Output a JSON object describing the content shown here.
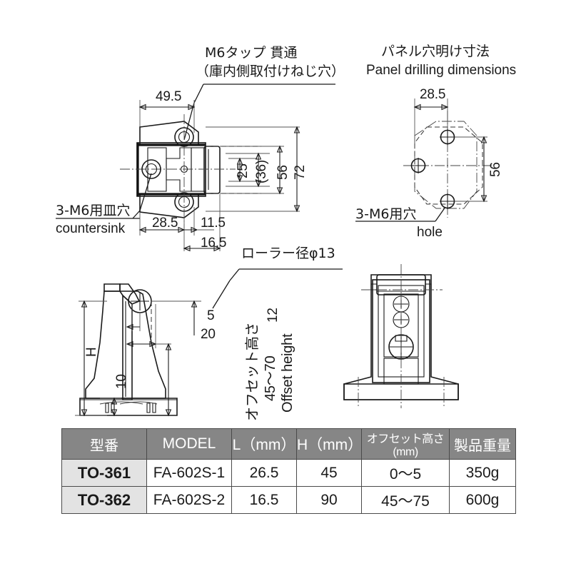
{
  "document": {
    "kind": "technical-drawing",
    "background": "#ffffff",
    "line_color": "#1a1a1a"
  },
  "views": {
    "top_view": {
      "callouts": {
        "m6_tap_line1": "M6タップ 貫通",
        "m6_tap_line2": "（庫内側取付けねじ穴）",
        "countersink_jp": "3-M6用皿穴",
        "countersink_en": "countersink"
      },
      "dimensions": {
        "width_total": "49.5",
        "d_28_5": "28.5",
        "d_11_5": "11.5",
        "d_16_5": "16.5",
        "v_25": "25",
        "v_36": "(36)",
        "v_56": "56",
        "v_72": "72"
      }
    },
    "panel_drilling": {
      "title_jp": "パネル穴明け寸法",
      "title_en": "Panel drilling dimensions",
      "callouts": {
        "hole_jp": "3-M6用穴",
        "hole_en": "hole"
      },
      "dimensions": {
        "d_28_5": "28.5",
        "v_56": "56"
      }
    },
    "side_view": {
      "callouts": {
        "roller": "ローラー径φ13",
        "offset_jp": "オフセット高さ",
        "offset_range": "45〜70",
        "offset_en": "Offset height"
      },
      "dimensions": {
        "h": "H",
        "d_10": "10",
        "d_5": "5",
        "d_20": "20",
        "d_12": "12"
      }
    },
    "front_view": {
      "callouts": {}
    }
  },
  "spec_table": {
    "headers": [
      "型番",
      "MODEL",
      "L（mm）",
      "H（mm）",
      "オフセット高さ(mm)",
      "製品重量"
    ],
    "rows": [
      {
        "model_no": "TO-361",
        "model": "FA-602S-1",
        "l_mm": "26.5",
        "h_mm": "45",
        "offset_mm": "0〜5",
        "weight": "350g"
      },
      {
        "model_no": "TO-362",
        "model": "FA-602S-2",
        "l_mm": "16.5",
        "h_mm": "90",
        "offset_mm": "45〜75",
        "weight": "600g"
      }
    ],
    "colors": {
      "header_bg": "#868686",
      "header_fg": "#ffffff",
      "first_col_bg": "#e3e3e3",
      "cell_bg": "#ffffff",
      "border": "#4a4a4a"
    }
  }
}
